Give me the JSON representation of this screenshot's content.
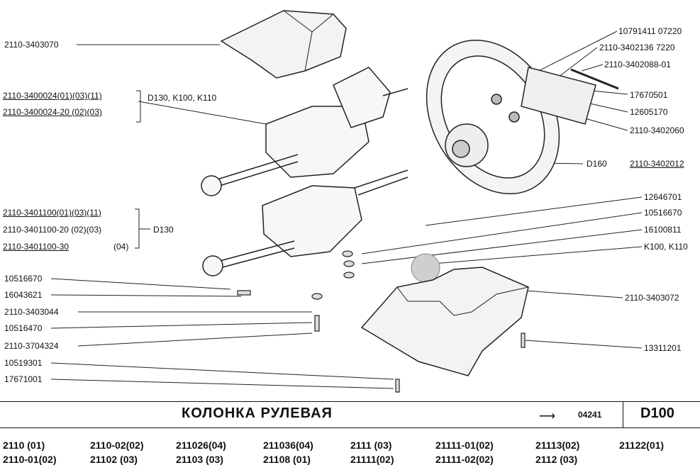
{
  "diagram": {
    "left_labels": [
      {
        "id": "l1",
        "text": "2110-3403070"
      },
      {
        "id": "l2",
        "text": "2110-3400024(01)(03)(11)"
      },
      {
        "id": "l3",
        "text": "2110-3400024-20 (02)(03)"
      },
      {
        "id": "l4",
        "text": "D130, K100, K110"
      },
      {
        "id": "l5",
        "text": "2110-3401100(01)(03)(11)"
      },
      {
        "id": "l6",
        "text": "2110-3401100-20 (02)(03)"
      },
      {
        "id": "l7",
        "text": "D130"
      },
      {
        "id": "l8",
        "text": "2110-3401100-30"
      },
      {
        "id": "l9",
        "text": "(04)"
      },
      {
        "id": "l10",
        "text": "10516670"
      },
      {
        "id": "l11",
        "text": "16043621"
      },
      {
        "id": "l12",
        "text": "2110-3403044"
      },
      {
        "id": "l13",
        "text": "10516470"
      },
      {
        "id": "l14",
        "text": "2110-3704324"
      },
      {
        "id": "l15",
        "text": "10519301"
      },
      {
        "id": "l16",
        "text": "17671001"
      }
    ],
    "right_labels": [
      {
        "id": "r1",
        "text": "10791411  07220"
      },
      {
        "id": "r2",
        "text": "2110-3402136  7220"
      },
      {
        "id": "r3",
        "text": "2110-3402088-01"
      },
      {
        "id": "r4",
        "text": "17670501"
      },
      {
        "id": "r5",
        "text": "12605170"
      },
      {
        "id": "r6",
        "text": "2110-3402060"
      },
      {
        "id": "r7",
        "text": "D160"
      },
      {
        "id": "r8",
        "text": "2110-3402012"
      },
      {
        "id": "r9",
        "text": "12646701"
      },
      {
        "id": "r10",
        "text": "10516670"
      },
      {
        "id": "r11",
        "text": "16100811"
      },
      {
        "id": "r12",
        "text": "K100, K110"
      },
      {
        "id": "r13",
        "text": "2110-3403072"
      },
      {
        "id": "r14",
        "text": "13311201"
      }
    ]
  },
  "footer": {
    "title": "КОЛОНКА   РУЛЕВАЯ",
    "section_arrow": "⟶",
    "section_code": "04241",
    "sheet_code": "D100",
    "models_row1": [
      "2110      (01)",
      "2110-02(02)",
      "211026(04)",
      "211036(04)",
      "2111   (03)",
      "21111-01(02)",
      "21113(02)",
      "21122(01)"
    ],
    "models_row2": [
      "2110-01(02)",
      "21102      (03)",
      "21103   (03)",
      "21108   (01)",
      "21111(02)",
      "21111-02(02)",
      "2112   (03)"
    ]
  }
}
